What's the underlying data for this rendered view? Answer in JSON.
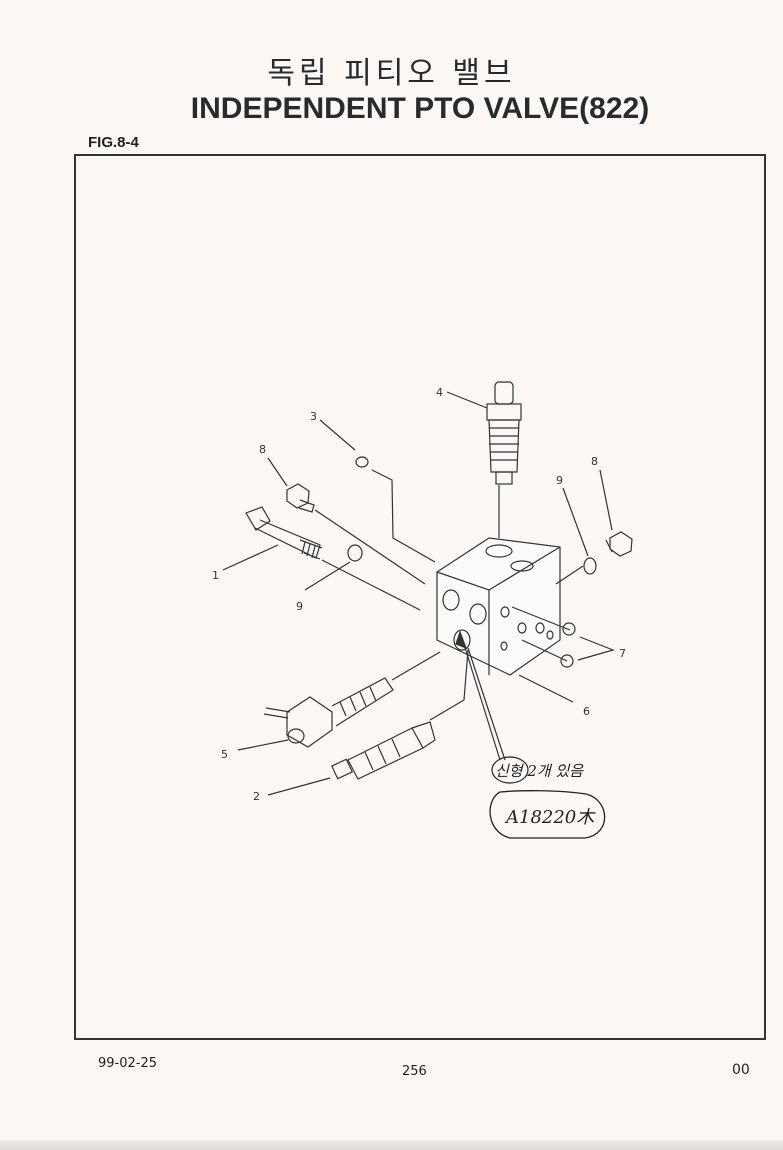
{
  "header": {
    "title_korean": "독립 피티오 밸브",
    "title_english": "INDEPENDENT PTO VALVE(822)",
    "figure_label": "FIG.8-4"
  },
  "callouts": {
    "c1": "1",
    "c2": "2",
    "c3": "3",
    "c4": "4",
    "c5": "5",
    "c6": "6",
    "c7": "7",
    "c8a": "8",
    "c8b": "8",
    "c9a": "9",
    "c9b": "9"
  },
  "handwritten": {
    "line1": "신형 2개 있음",
    "line2": "A18220木"
  },
  "footer": {
    "date": "99-02-25",
    "page_number": "256",
    "revision": "00"
  }
}
